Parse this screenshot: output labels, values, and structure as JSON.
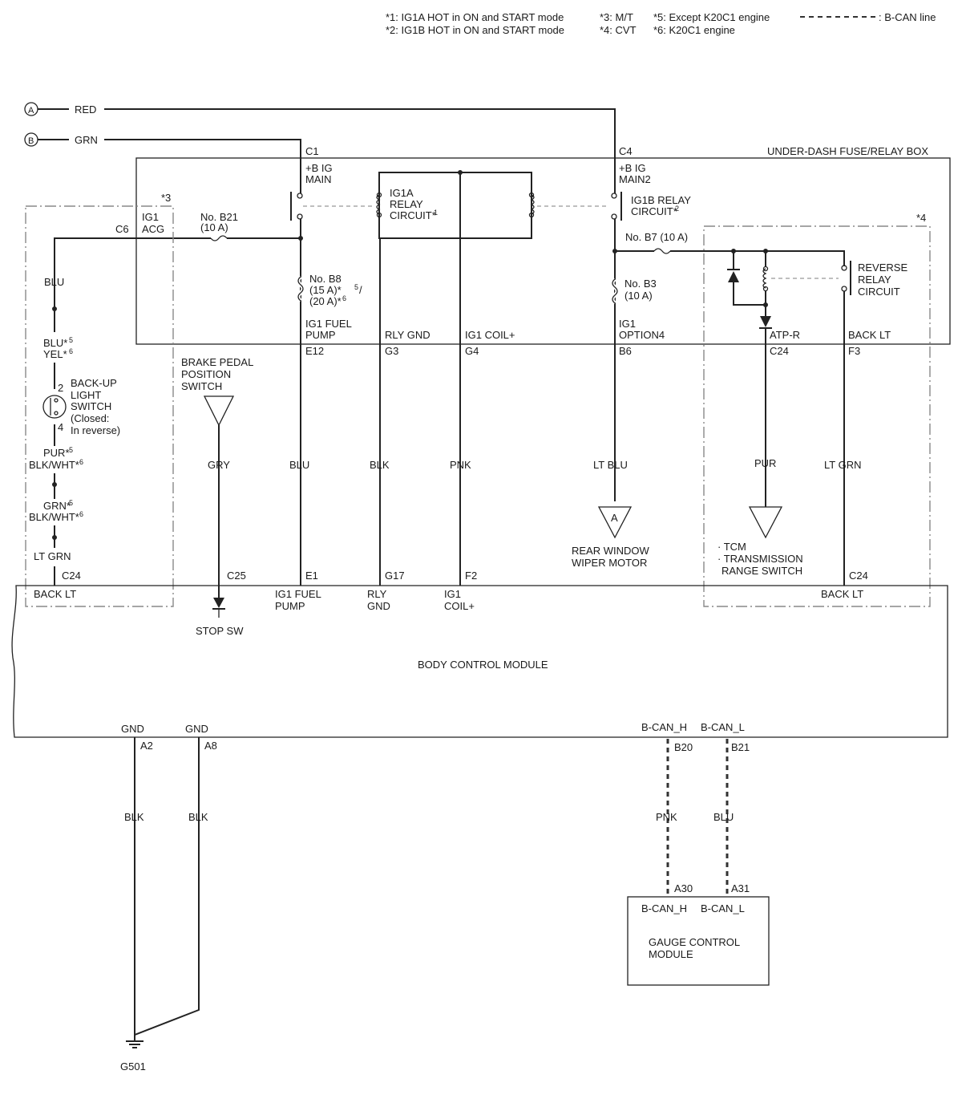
{
  "legend": {
    "n1": "*1: IG1A HOT in ON and START mode",
    "n2": "*2: IG1B HOT in ON and START mode",
    "n3": "*3: M/T",
    "n4": "*4: CVT",
    "n5": "*5: Except K20C1 engine",
    "n6": "*6: K20C1 engine",
    "bcan": ": B-CAN line"
  },
  "inputs": {
    "a_circle": "A",
    "a_wire": "RED",
    "b_circle": "B",
    "b_wire": "GRN"
  },
  "fuse_box": {
    "title": "UNDER-DASH FUSE/RELAY BOX",
    "c1": "C1",
    "bigmain_1": "+B IG",
    "bigmain_2": "MAIN",
    "c4": "C4",
    "bigmain2_1": "+B IG",
    "bigmain2_2": "MAIN2",
    "ig1a_1": "IG1A",
    "ig1a_2": "RELAY",
    "ig1a_3": "CIRCUIT*",
    "ig1b_1": "IG1B RELAY",
    "ig1b_2": "CIRCUIT*",
    "c6": "C6",
    "ig1acg_1": "IG1",
    "ig1acg_2": "ACG",
    "b21_1": "No. B21",
    "b21_2": "(10 A)",
    "b8_1": "No. B8",
    "b8_2": "(15 A)*",
    "b8_2b": "/",
    "b8_3": "(20 A)*",
    "b7": "No. B7 (10 A)",
    "b3_1": "No. B3",
    "b3_2": "(10 A)",
    "rev_1": "REVERSE",
    "rev_2": "RELAY",
    "rev_3": "CIRCUIT",
    "pump_1": "IG1 FUEL",
    "pump_2": "PUMP",
    "rlygnd": "RLY GND",
    "coil": "IG1 COIL+",
    "opt_1": "IG1",
    "opt_2": "OPTION4",
    "atpr": "ATP-R",
    "backlt": "BACK LT",
    "e12": "E12",
    "g3": "G3",
    "g4": "G4",
    "b6": "B6",
    "c24": "C24",
    "f3": "F3",
    "sup1": "1",
    "sup2": "2",
    "sup5": "5",
    "sup6": "6"
  },
  "notes": {
    "mt": "*3",
    "cvt": "*4"
  },
  "left_circuit": {
    "blu": "BLU",
    "blu5": "BLU*",
    "yel6": "YEL*",
    "pin2": "2",
    "pin4": "4",
    "sw_1": "BACK-UP",
    "sw_2": "LIGHT",
    "sw_3": "SWITCH",
    "sw_4": "(Closed:",
    "sw_5": "In reverse)",
    "pur5": "PUR*",
    "blkwht6a": "BLK/WHT*",
    "grn5": "GRN*",
    "blkwht6b": "BLK/WHT*",
    "ltgrn": "LT GRN",
    "c24": "C24",
    "sup5": "5",
    "sup6": "6"
  },
  "brake": {
    "l1": "BRAKE PEDAL",
    "l2": "POSITION",
    "l3": "SWITCH",
    "gry": "GRY",
    "c25": "C25",
    "stopsw": "STOP SW"
  },
  "wires": {
    "blu": "BLU",
    "blk": "BLK",
    "pnk": "PNK",
    "ltblu": "LT BLU",
    "pur": "PUR",
    "ltgrn": "LT GRN",
    "e1": "E1",
    "g17": "G17",
    "f2": "F2",
    "c24": "C24"
  },
  "wiper": {
    "circle": "A",
    "l1": "REAR WINDOW",
    "l2": "WIPER MOTOR"
  },
  "tcm": {
    "l1": "· TCM",
    "l2": "· TRANSMISSION",
    "l3": "RANGE SWITCH"
  },
  "bcm": {
    "title": "BODY CONTROL MODULE",
    "backlt_l": "BACK LT",
    "pump_1": "IG1 FUEL",
    "pump_2": "PUMP",
    "rly_1": "RLY",
    "rly_2": "GND",
    "coil_1": "IG1",
    "coil_2": "COIL+",
    "backlt_r": "BACK LT",
    "gnd1": "GND",
    "gnd2": "GND",
    "a2": "A2",
    "a8": "A8",
    "canh": "B-CAN_H",
    "canl": "B-CAN_L",
    "b20": "B20",
    "b21": "B21"
  },
  "ground": {
    "blk1": "BLK",
    "blk2": "BLK",
    "g501": "G501"
  },
  "gauge": {
    "pnk": "PNK",
    "blu": "BLU",
    "a30": "A30",
    "a31": "A31",
    "canh": "B-CAN_H",
    "canl": "B-CAN_L",
    "title_1": "GAUGE CONTROL",
    "title_2": "MODULE"
  }
}
